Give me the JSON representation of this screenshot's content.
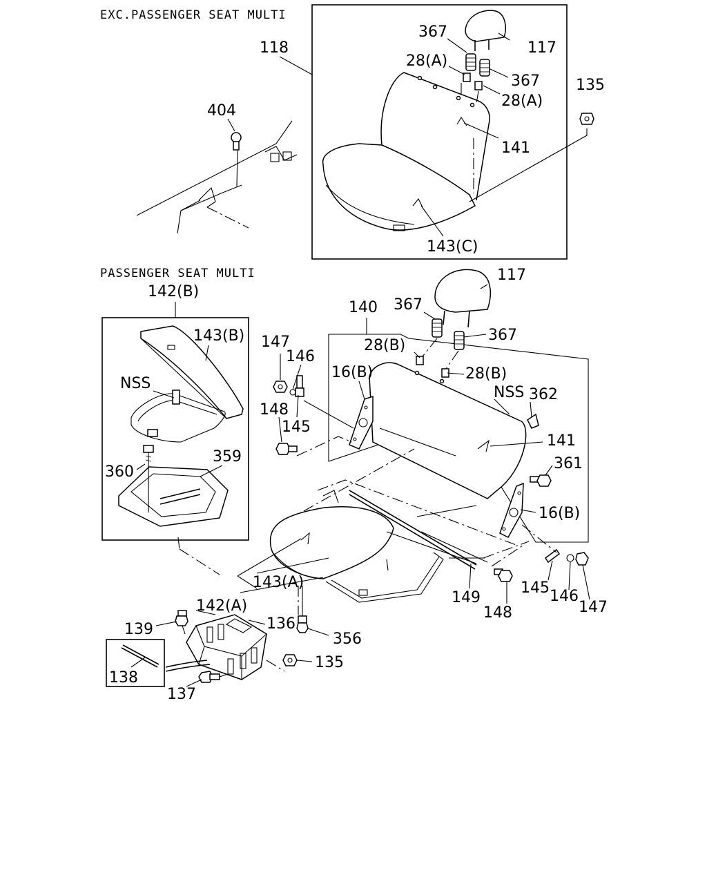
{
  "sections": {
    "exc_title": "EXC.PASSENGER SEAT MULTI",
    "multi_title": "PASSENGER SEAT MULTI"
  },
  "labels": {
    "l118": "118",
    "l404": "404",
    "l367a": "367",
    "l117a": "117",
    "l28a1": "28(A)",
    "l367b": "367",
    "l28a2": "28(A)",
    "l135a": "135",
    "l141a": "141",
    "l143c": "143(C)",
    "l142b": "142(B)",
    "l143b": "143(B)",
    "lnss1": "NSS",
    "l360": "360",
    "l359": "359",
    "l117b": "117",
    "l140": "140",
    "l367c": "367",
    "l367d": "367",
    "l28b1": "28(B)",
    "l28b2": "28(B)",
    "l147a": "147",
    "l146a": "146",
    "l16b1": "16(B)",
    "l148a": "148",
    "l145a": "145",
    "lnss2": "NSS",
    "l362": "362",
    "l141b": "141",
    "l361": "361",
    "l16b2": "16(B)",
    "l143a": "143(A)",
    "l142a": "142(A)",
    "l139": "139",
    "l136": "136",
    "l356": "356",
    "l138": "138",
    "l135b": "135",
    "l137": "137",
    "l149": "149",
    "l148b": "148",
    "l145b": "145",
    "l146b": "146",
    "l147b": "147"
  }
}
